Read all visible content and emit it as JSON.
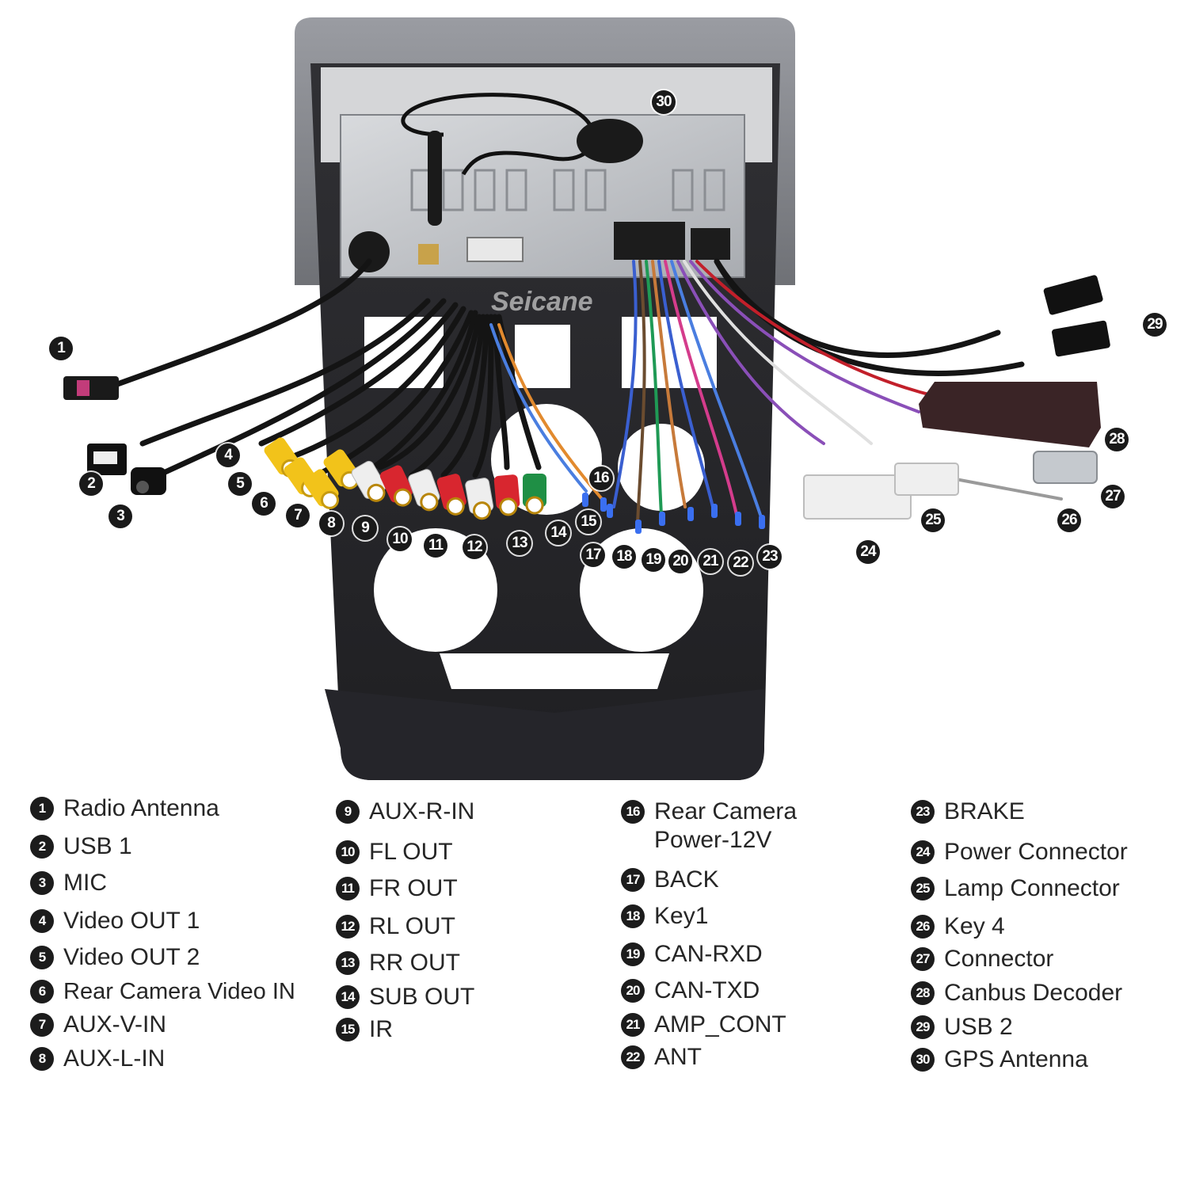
{
  "brand": "Seicane",
  "callout_numbers": [
    "1",
    "2",
    "3",
    "4",
    "5",
    "6",
    "7",
    "8",
    "9",
    "10",
    "11",
    "12",
    "13",
    "14",
    "15",
    "16",
    "17",
    "18",
    "19",
    "20",
    "21",
    "22",
    "23",
    "24",
    "25",
    "26",
    "27",
    "28",
    "29",
    "30"
  ],
  "legend": {
    "col1": [
      {
        "num": "1",
        "label": "Radio Antenna"
      },
      {
        "num": "2",
        "label": "USB 1"
      },
      {
        "num": "3",
        "label": "MIC"
      },
      {
        "num": "4",
        "label": "Video OUT 1"
      },
      {
        "num": "5",
        "label": "Video OUT 2"
      },
      {
        "num": "6",
        "label": "Rear Camera Video IN"
      },
      {
        "num": "7",
        "label": "AUX-V-IN"
      },
      {
        "num": "8",
        "label": "AUX-L-IN"
      }
    ],
    "col2": [
      {
        "num": "9",
        "label": "AUX-R-IN"
      },
      {
        "num": "10",
        "label": "FL OUT"
      },
      {
        "num": "11",
        "label": "FR OUT"
      },
      {
        "num": "12",
        "label": "RL OUT"
      },
      {
        "num": "13",
        "label": "RR OUT"
      },
      {
        "num": "14",
        "label": "SUB OUT"
      },
      {
        "num": "15",
        "label": "IR"
      }
    ],
    "col3": [
      {
        "num": "16",
        "label": "Rear Camera\nPower-12V"
      },
      {
        "num": "17",
        "label": "BACK"
      },
      {
        "num": "18",
        "label": "Key1"
      },
      {
        "num": "19",
        "label": "CAN-RXD"
      },
      {
        "num": "20",
        "label": "CAN-TXD"
      },
      {
        "num": "21",
        "label": "AMP_CONT"
      },
      {
        "num": "22",
        "label": "ANT"
      }
    ],
    "col4": [
      {
        "num": "23",
        "label": "BRAKE"
      },
      {
        "num": "24",
        "label": "Power Connector"
      },
      {
        "num": "25",
        "label": "Lamp Connector"
      },
      {
        "num": "26",
        "label": "Key 4"
      },
      {
        "num": "27",
        "label": "Connector"
      },
      {
        "num": "28",
        "label": "Canbus Decoder"
      },
      {
        "num": "29",
        "label": "USB 2"
      },
      {
        "num": "30",
        "label": "GPS Antenna"
      }
    ]
  },
  "colors": {
    "frame": "#2b2b2e",
    "bezel": "#8d8f95",
    "chassis": "#c9cbcf",
    "rca_yellow": "#f2c31a",
    "rca_red": "#d8262f",
    "rca_white": "#eeeeee",
    "rca_green": "#1f8f45",
    "wire_blue": "#3a5fd0",
    "wire_purple": "#8a4fb8",
    "connector_white": "#efefef",
    "decoder": "#3a2426"
  }
}
